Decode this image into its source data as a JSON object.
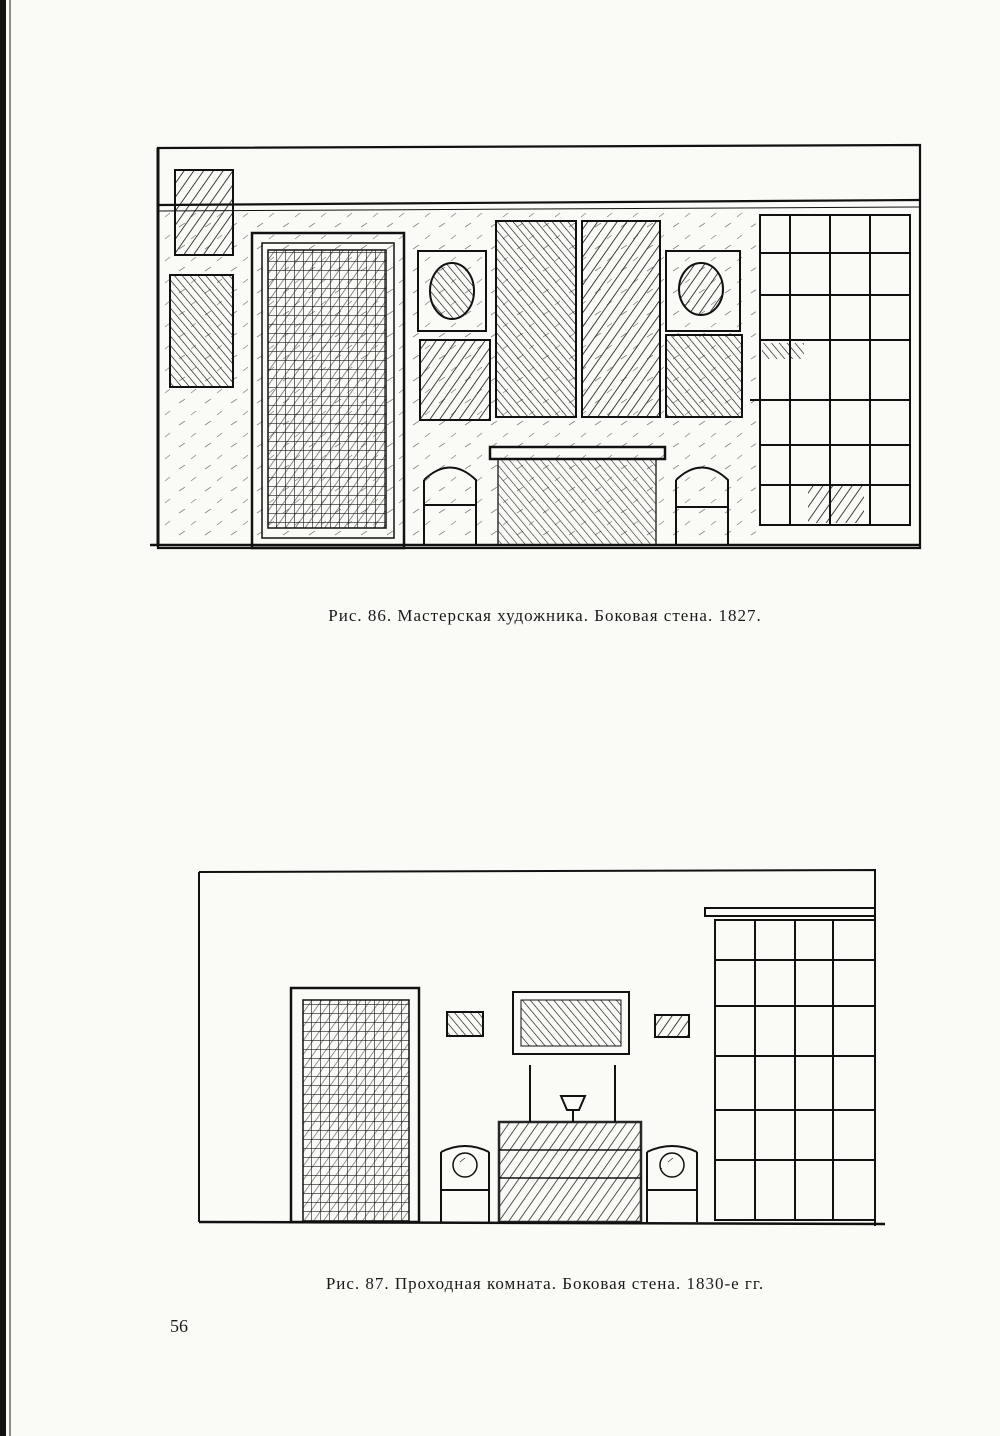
{
  "figures": [
    {
      "caption": "Рис. 86. Мастерская художника. Боковая стена. 1827."
    },
    {
      "caption": "Рис. 87. Проходная комната. Боковая стена. 1830-е гг."
    }
  ],
  "page_number": "56"
}
